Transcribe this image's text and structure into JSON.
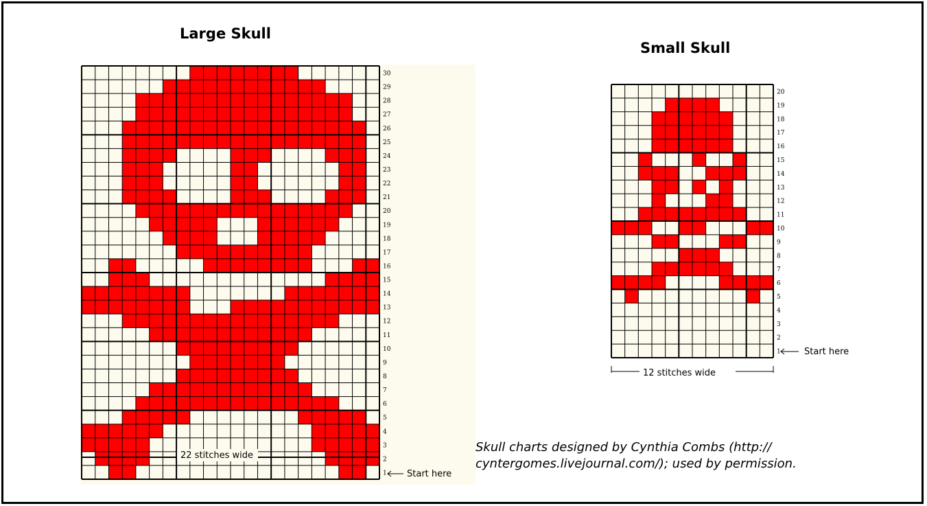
{
  "large_chart": {
    "title": "Large Skull",
    "width_label": "22 stitches wide",
    "start_label": "Start here",
    "stitches": 22,
    "rows": 30,
    "pattern": [
      "0000000011111111000000",
      "0000001111111111110000",
      "0000111111111111111100",
      "0000111111111111111100",
      "0001111111111111111110",
      "0001111111111111111110",
      "0001111000011100001110",
      "0001110000011000000110",
      "0001110000011000000110",
      "0001111000011100001110",
      "0000111111111111111100",
      "0000011111000111111000",
      "0000001111000111110000",
      "0000000111111111100000",
      "0011000001111111100011",
      "0011100000000000001111",
      "1111111100000001111111",
      "1111111100011111111111",
      "0001111111111111111000",
      "0000011111111111100000",
      "0000000111111111000000",
      "0000000011111110000000",
      "0000000111111111000000",
      "0000011111111111100000",
      "0000111111111111111000",
      "0001111100000000111110",
      "1111110000000000011111",
      "1111100000000000011111",
      "0111100000000000001111",
      "0011000000000000000110"
    ]
  },
  "small_chart": {
    "title": "Small Skull",
    "width_label": "12 stitches wide",
    "start_label": "Start here",
    "stitches": 12,
    "rows": 20,
    "pattern": [
      "000000000000",
      "000011110000",
      "000111111000",
      "000111111000",
      "000111111000",
      "001000100100",
      "001110011100",
      "000110101000",
      "000100011000",
      "001111111100",
      "111001100011",
      "000110001100",
      "000001110000",
      "000111111000",
      "111100001111",
      "010000000010",
      "000000000000",
      "000000000000",
      "000000000000",
      "000000000000"
    ]
  },
  "credit": {
    "line1": "Skull charts designed by Cynthia Combs (http://",
    "line2": "cyntergomes.livejournal.com/); used by permission."
  },
  "colors": {
    "stitch": "#ff0000",
    "cell": "#fdfbee",
    "grid": "#000000"
  }
}
